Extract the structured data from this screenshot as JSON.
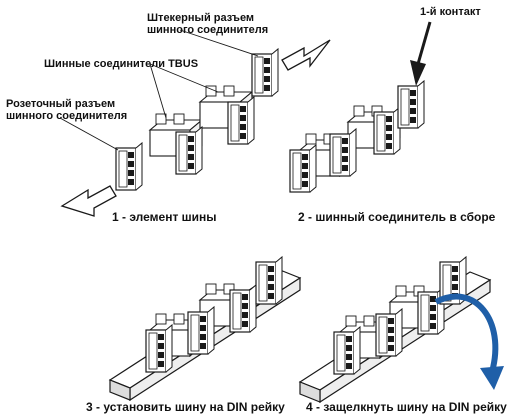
{
  "labels": {
    "plug_connector": [
      "Штекерный разъем",
      "шинного соединителя"
    ],
    "tbus": "Шинные соединители TBUS",
    "socket_connector": [
      "Розеточный разъем",
      "шинного соединителя"
    ],
    "first_contact": "1-й контакт"
  },
  "captions": {
    "step1": "1 - элемент шины",
    "step2": "2 -  шинный соединитель в сборе",
    "step3": "3 - установить шину на DIN рейку",
    "step4": "4 - защелкнуть шину на DIN рейку"
  },
  "colors": {
    "ink": "#1a1a1a",
    "arrow_blue": "#1f5fa8",
    "fill": "#ffffff"
  }
}
